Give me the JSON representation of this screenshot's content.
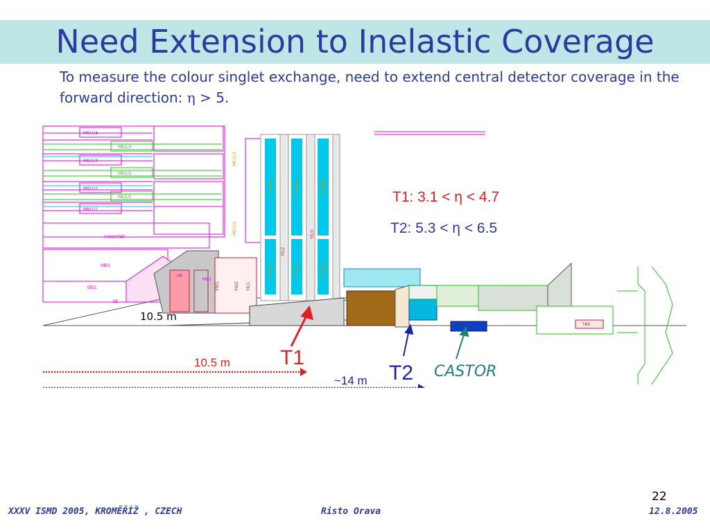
{
  "slide": {
    "title": "Need Extension to Inelastic Coverage",
    "subtitle_before": "To measure the colour singlet exchange, need to extend central detector coverage in the forward direction: ",
    "subtitle_eta": "η",
    "subtitle_after": " > 5.",
    "page_number": "22"
  },
  "ranges": {
    "t1": "T1: 3.1 <  η < 4.7",
    "t2": "T2: 5.3 <  η < 6.5"
  },
  "callouts": {
    "t1": "T1",
    "t2": "T2",
    "castor": "CASTOR"
  },
  "distances": {
    "d1": "10.5 m",
    "d2": "~14 m",
    "inner": "10.5 m"
  },
  "detector_labels": {
    "mb14": "MB/1/4",
    "yb13": "YB/1/3",
    "mb13": "MB/1/3",
    "yb12": "YB/1/2",
    "mb12": "MB/1/2",
    "yb11": "YB/1/1",
    "mb11": "MB/1/1",
    "cryostat": "CRYOSTAT",
    "hb1": "HB/1",
    "eb1": "EB/1",
    "se": "SE",
    "he": "HE",
    "me1": "ME1",
    "yn1": "YN/1",
    "yn2": "YN/2",
    "ye1": "YE/1",
    "ye2": "YE/2",
    "ye3": "YE/3",
    "me12": "ME/1/2",
    "me13": "ME/1/3",
    "me22": "ME/2/2",
    "me21": "ME/2/1",
    "me32": "ME/3/2",
    "me31": "ME/3/1",
    "me42": "ME/4/2",
    "me41": "ME/4/1",
    "tas": "TAS"
  },
  "colors": {
    "title_bg": "#bfe6e6",
    "title_text": "#2a3aa0",
    "magenta": "#e000e0",
    "cyan": "#00c8e8",
    "green": "#20c020",
    "red": "#e02020",
    "blue": "#1a24a8",
    "teal": "#1f7f7a"
  },
  "footer": {
    "left": "XXXV ISMD 2005, KROMĚŘÍŽ , CZECH",
    "center": "Risto Orava",
    "right": "12.8.2005"
  }
}
